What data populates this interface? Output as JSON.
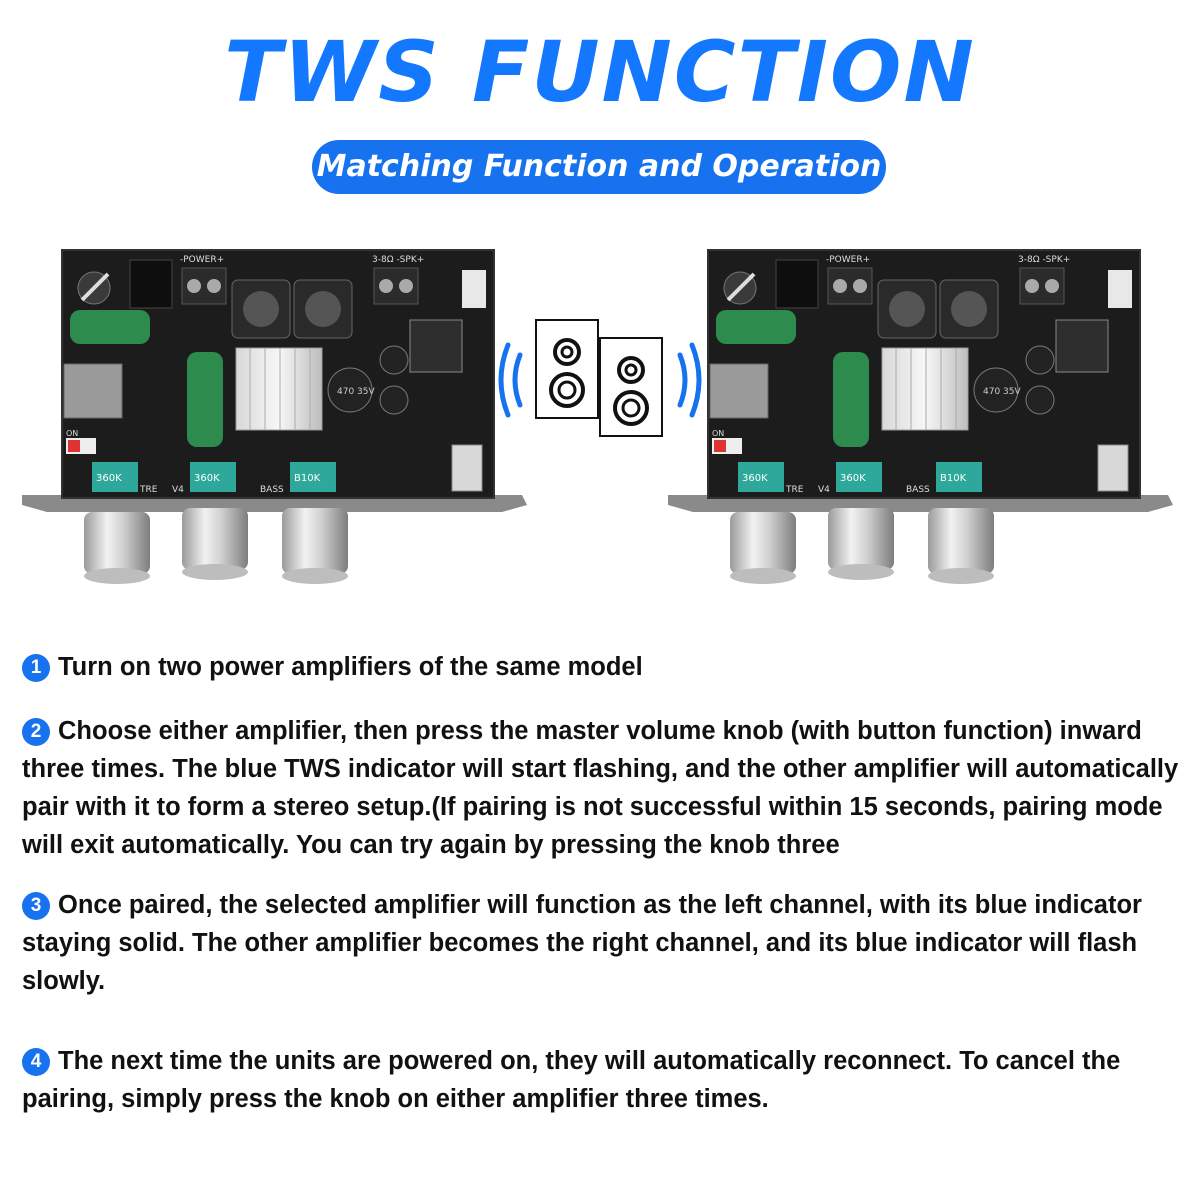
{
  "header": {
    "title": "TWS FUNCTION",
    "subtitle": "Matching Function and Operation"
  },
  "board": {
    "silkscreen_power": "-POWER+",
    "silkscreen_speaker": "3-8Ω -SPK+",
    "knob_labels": [
      "TRE",
      "V4",
      "BASS"
    ],
    "pot_values": [
      "360K",
      "360K",
      "B10K"
    ],
    "capacitor_label": "470 35V",
    "switch_label": "ON"
  },
  "steps": [
    {
      "number": "1",
      "text": "Turn on two power amplifiers of the same model"
    },
    {
      "number": "2",
      "text": "Choose either amplifier, then press the master volume knob (with button function) inward three times. The blue TWS indicator will start flashing, and the other amplifier will automatically pair with it to form a stereo setup.(If pairing is not successful within 15 seconds, pairing mode will exit automatically. You can try again by pressing the knob three"
    },
    {
      "number": "3",
      "text": "Once paired, the selected amplifier will function as the left channel, with its blue indicator staying solid. The other amplifier becomes the right channel, and its blue indicator will flash slowly."
    },
    {
      "number": "4",
      "text": "The next time the units are powered on, they will automatically reconnect. To cancel the pairing, simply press the knob on either amplifier three times."
    }
  ],
  "colors": {
    "accent": "#1478ff",
    "pill": "#1672ee",
    "pcb": "#1c1c1c"
  }
}
